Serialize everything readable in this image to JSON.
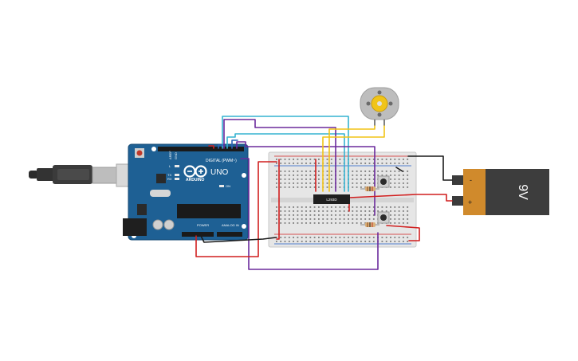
{
  "canvas": {
    "background": "#ffffff"
  },
  "arduino": {
    "board_name": "UNO",
    "brand": "ARDUINO",
    "digital_label": "DIGITAL (PWM~)",
    "power_label": "POWER",
    "analog_label": "ANALOG IN",
    "aref_label": "AREF",
    "gnd_label": "GND",
    "tx_label": "TX",
    "rx_label": "RX",
    "l_label": "L",
    "on_label": "ON",
    "color": "#1b5d8c"
  },
  "chip": {
    "label": "L293D"
  },
  "battery": {
    "label": "9V",
    "body_color": "#3a3a3a",
    "cap_color": "#d08a2c"
  },
  "usb": {
    "name": "usb-cable"
  },
  "motor": {
    "name": "dc-motor"
  },
  "wire_colors": {
    "red": "#d11f1f",
    "black": "#1a1a1a",
    "purple": "#6b2a9c",
    "cyan": "#35b3d1",
    "blue": "#2a63b8",
    "yellow": "#f2c417"
  }
}
